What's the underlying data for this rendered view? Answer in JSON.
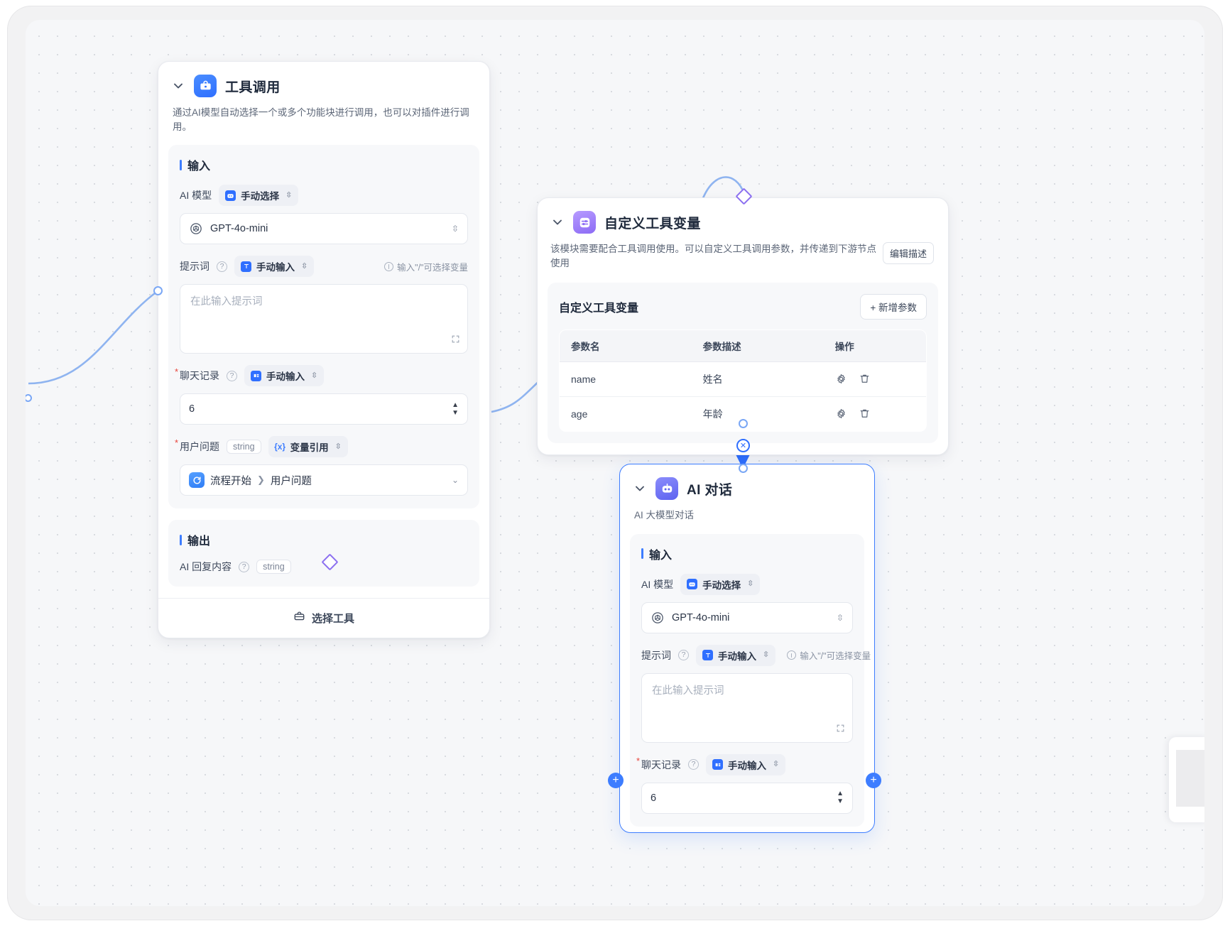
{
  "canvas": {
    "background": "#f6f7f9",
    "dot_color": "#d3d6dc"
  },
  "colors": {
    "accent": "#3d7dff",
    "purple": "#8b6ff0",
    "required": "#e8453c",
    "edge": "#8fb4f0"
  },
  "nodes": {
    "tool_call": {
      "title": "工具调用",
      "description": "通过AI模型自动选择一个或多个功能块进行调用，也可以对插件进行调用。",
      "input_section_title": "输入",
      "output_section_title": "输出",
      "fields": {
        "ai_model_label": "AI 模型",
        "ai_model_mode": "手动选择",
        "ai_model_value": "GPT-4o-mini",
        "prompt_label": "提示词",
        "prompt_mode": "手动输入",
        "prompt_hint": "输入\"/\"可选择变量",
        "prompt_placeholder": "在此输入提示词",
        "chat_history_label": "聊天记录",
        "chat_history_mode": "手动输入",
        "chat_history_value": "6",
        "user_question_label": "用户问题",
        "user_question_type": "string",
        "user_question_mode": "变量引用",
        "user_question_ref_node": "流程开始",
        "user_question_ref_field": "用户问题",
        "output_label": "AI 回复内容",
        "output_type": "string"
      },
      "footer_button": "选择工具"
    },
    "custom_tool_vars": {
      "title": "自定义工具变量",
      "description": "该模块需要配合工具调用使用。可以自定义工具调用参数，并传递到下游节点使用",
      "edit_desc_button": "编辑描述",
      "table_title": "自定义工具变量",
      "add_param_button": "+ 新增参数",
      "table": {
        "columns": [
          "参数名",
          "参数描述",
          "操作"
        ],
        "rows": [
          {
            "name": "name",
            "desc": "姓名"
          },
          {
            "name": "age",
            "desc": "年龄"
          }
        ]
      }
    },
    "ai_chat": {
      "title": "AI 对话",
      "description": "AI 大模型对话",
      "input_section_title": "输入",
      "fields": {
        "ai_model_label": "AI 模型",
        "ai_model_mode": "手动选择",
        "ai_model_value": "GPT-4o-mini",
        "prompt_label": "提示词",
        "prompt_mode": "手动输入",
        "prompt_hint": "输入\"/\"可选择变量",
        "prompt_placeholder": "在此输入提示词",
        "chat_history_label": "聊天记录",
        "chat_history_mode": "手动输入",
        "chat_history_value": "6"
      }
    }
  },
  "icons": {
    "chevron_down": "chevron-down-icon",
    "toolbox": "toolbox-icon",
    "sliders": "sliders-icon",
    "robot": "robot-icon",
    "openai": "openai-logo-icon",
    "gear": "gear-icon",
    "trash": "trash-icon",
    "expand": "expand-icon"
  }
}
